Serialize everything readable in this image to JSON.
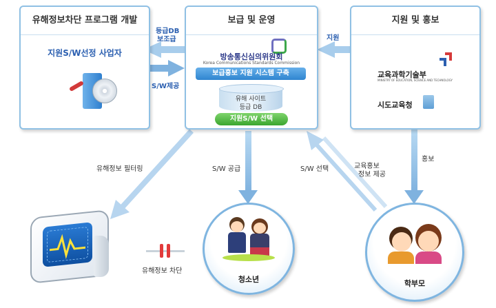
{
  "left_box": {
    "title": "유해정보차단 프로그램 개발",
    "subtitle": "지원S/W선정 사업자"
  },
  "center_box": {
    "title": "보급 및 운영",
    "org_name": "방송통신심의위원회",
    "org_name_en": "Korea Communications Standards Commission",
    "system": "보급홍보 지원 시스템 구축",
    "db_line1": "유해 사이트",
    "db_line2": "등급 DB",
    "select": "지원S/W 선택"
  },
  "right_box": {
    "title": "지원 및 홍보",
    "ministry": "교육과학기술부",
    "ministry_en": "MINISTRY OF EDUCATION, SCIENCE AND TECHNOLOGY",
    "office": "시도교육청"
  },
  "arrows": {
    "db_supply_line1": "등급DB",
    "db_supply_line2": "보조급",
    "sw_supply": "S/W제공",
    "support": "지원",
    "filtering": "유해정보 필터링",
    "sw_provide": "S/W 공급",
    "sw_select": "S/W 선택",
    "promo_line1": "교육홍보",
    "promo_line2": "정보 제공",
    "promotion": "홍보",
    "block": "유해정보 차단"
  },
  "nodes": {
    "youth": "청소년",
    "parents": "학부모"
  },
  "colors": {
    "box_border": "#8fc0e4",
    "arrow": "#9ac4e6",
    "pill_blue": "#3b8fd6",
    "pill_green": "#4cbb3c"
  }
}
